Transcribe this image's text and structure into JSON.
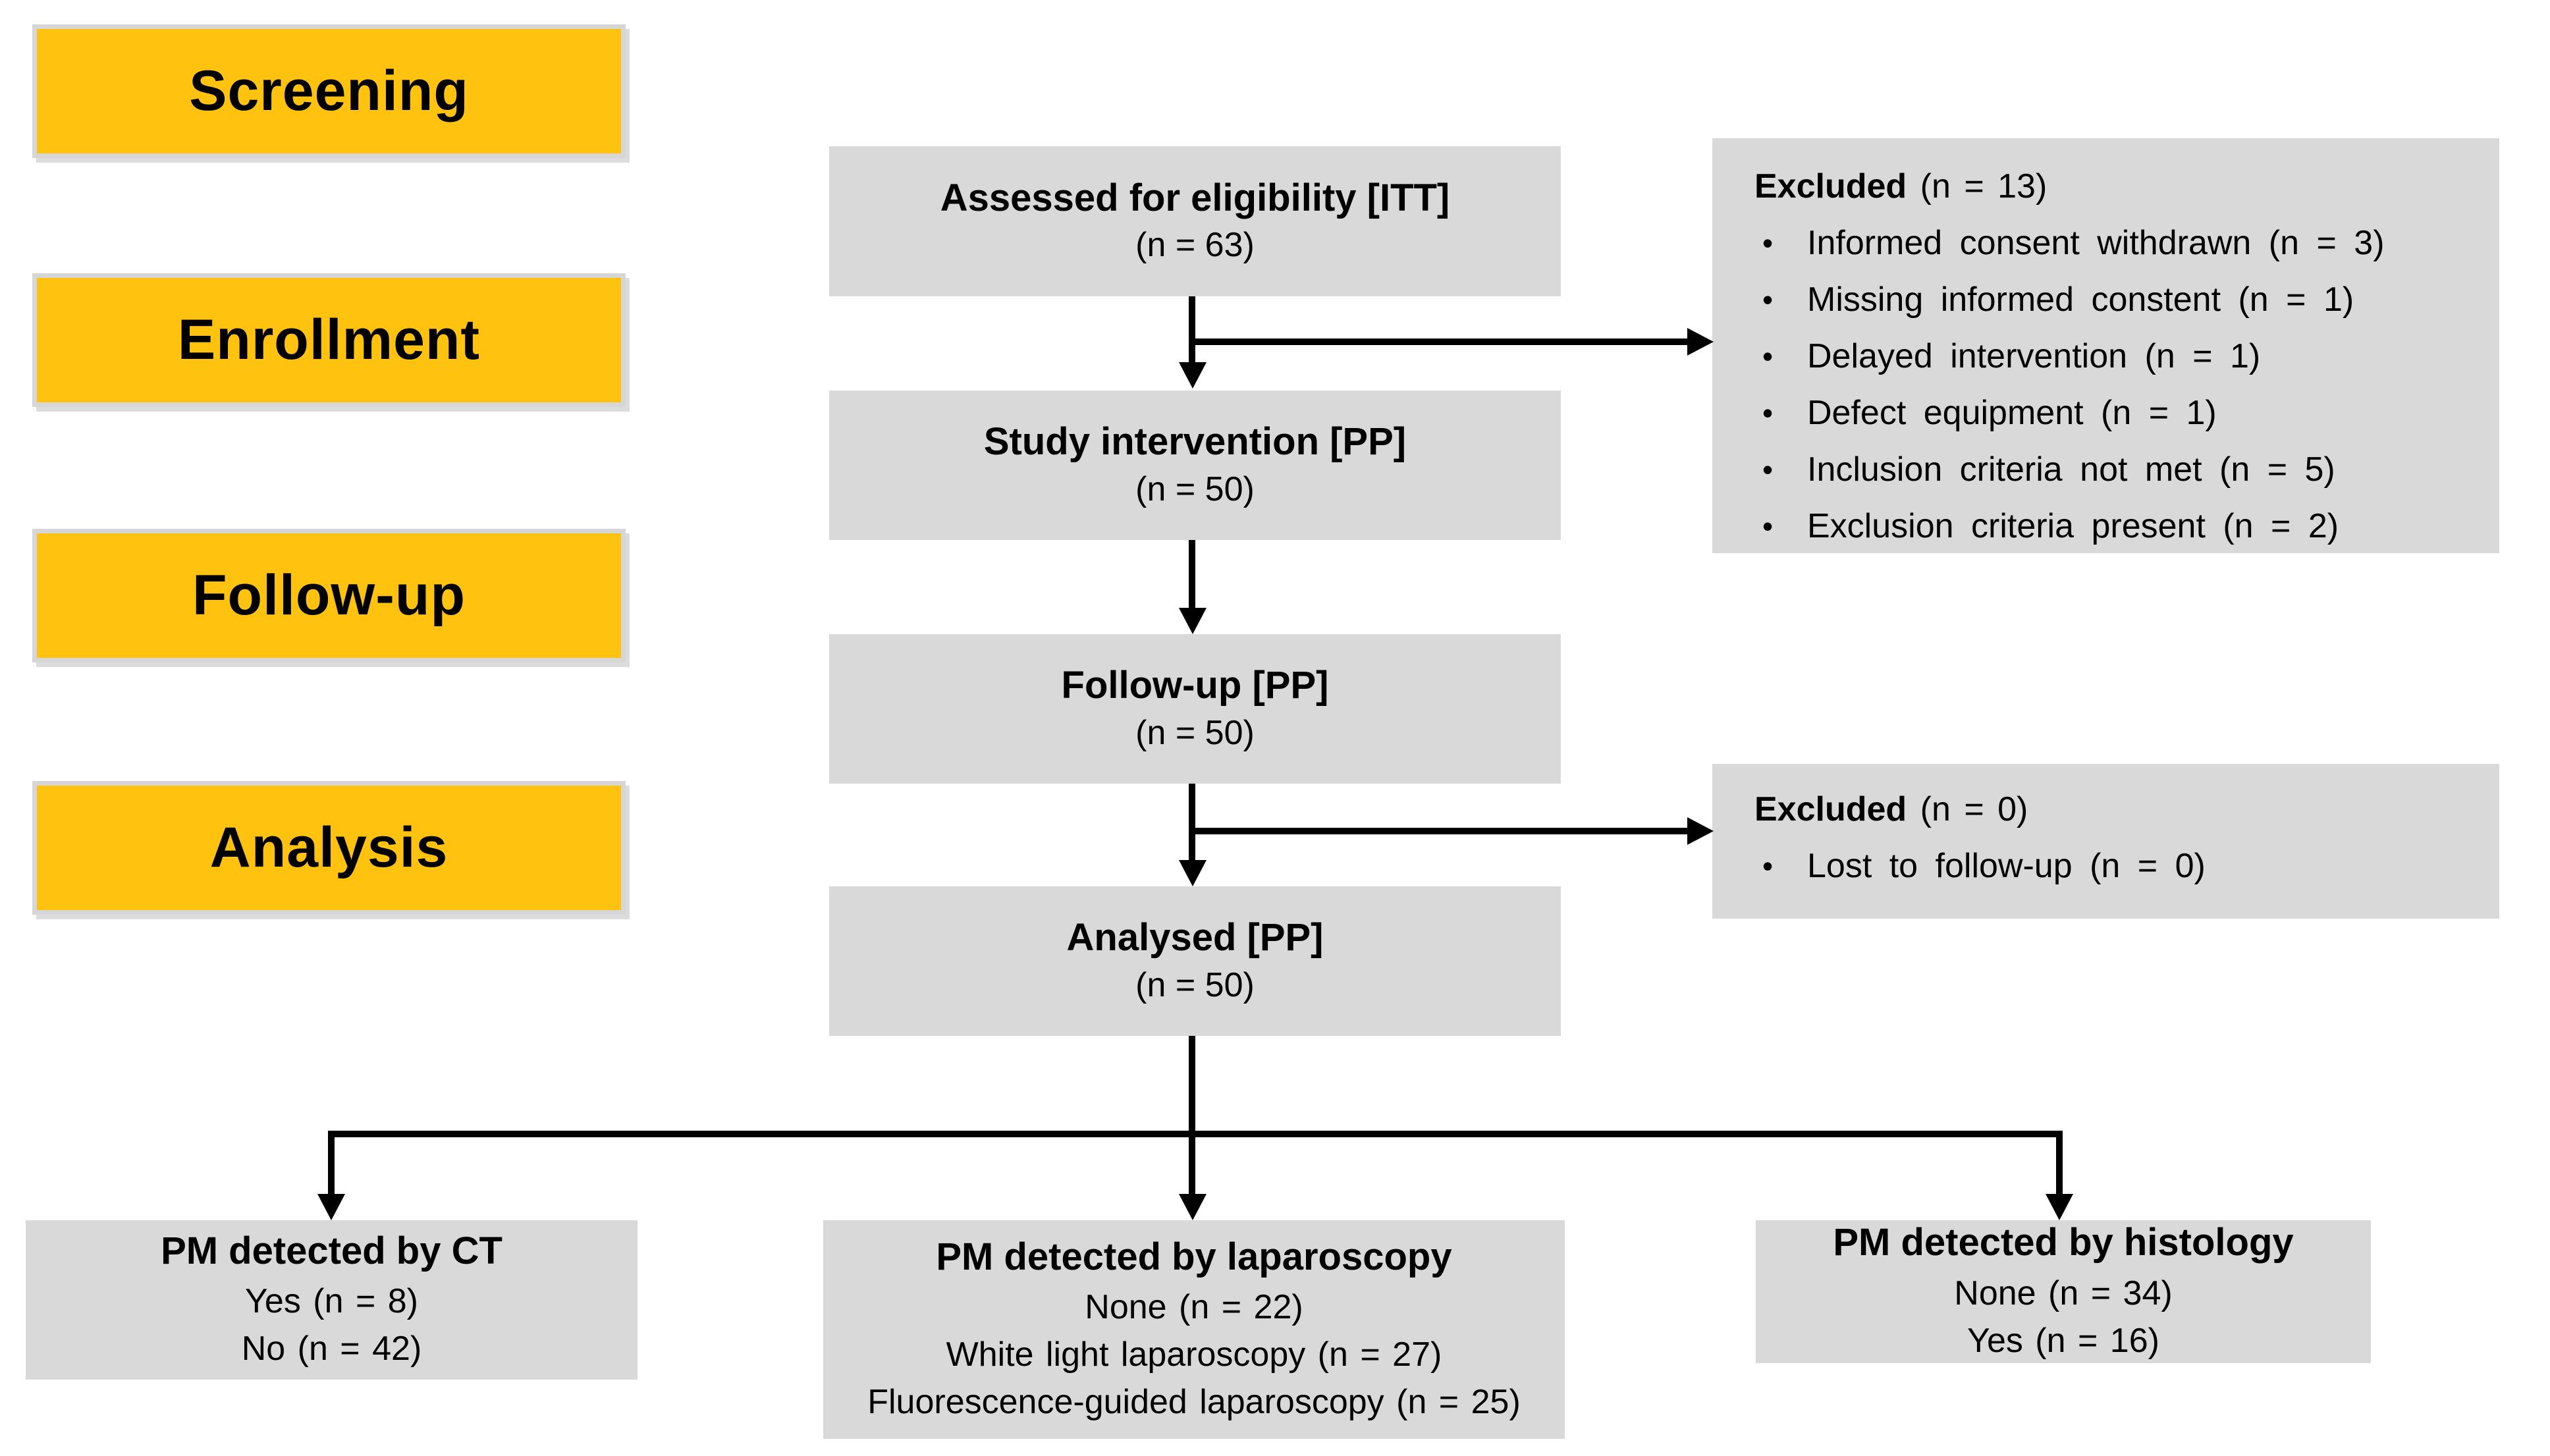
{
  "figure": {
    "type": "CONSORT flow diagram"
  },
  "colors": {
    "stage_fill": "#FFC20E",
    "stage_border": "#D6D6D6",
    "box_fill": "#D9D9D9",
    "arrow": "#000000",
    "background": "#FFFFFF"
  },
  "stages": [
    {
      "label": "Screening"
    },
    {
      "label": "Enrollment"
    },
    {
      "label": "Follow-up"
    },
    {
      "label": "Analysis"
    }
  ],
  "flow": {
    "assessed": {
      "title": "Assessed for eligibility [ITT]",
      "n": "(n = 63)"
    },
    "intervention": {
      "title": "Study intervention [PP]",
      "n": "(n = 50)"
    },
    "followup": {
      "title": "Follow-up [PP]",
      "n": "(n = 50)"
    },
    "analysed": {
      "title": "Analysed [PP]",
      "n": "(n = 50)"
    }
  },
  "excluded_top": {
    "title": "Excluded",
    "n": "(n = 13)",
    "items": [
      "Informed consent withdrawn (n = 3)",
      "Missing informed constent (n = 1)",
      "Delayed intervention (n = 1)",
      "Defect equipment (n = 1)",
      "Inclusion criteria not met (n = 5)",
      "Exclusion criteria present (n = 2)"
    ]
  },
  "excluded_followup": {
    "title": "Excluded",
    "n": "(n = 0)",
    "items": [
      "Lost to follow-up (n = 0)"
    ]
  },
  "outcomes": [
    {
      "title": "PM detected by CT",
      "lines": [
        "Yes (n = 8)",
        "No (n = 42)"
      ]
    },
    {
      "title": "PM detected by laparoscopy",
      "lines": [
        "None (n = 22)",
        "White light laparoscopy (n = 27)",
        "Fluorescence-guided laparoscopy (n = 25)"
      ]
    },
    {
      "title": "PM detected by histology",
      "lines": [
        "None (n = 34)",
        "Yes (n = 16)"
      ]
    }
  ]
}
